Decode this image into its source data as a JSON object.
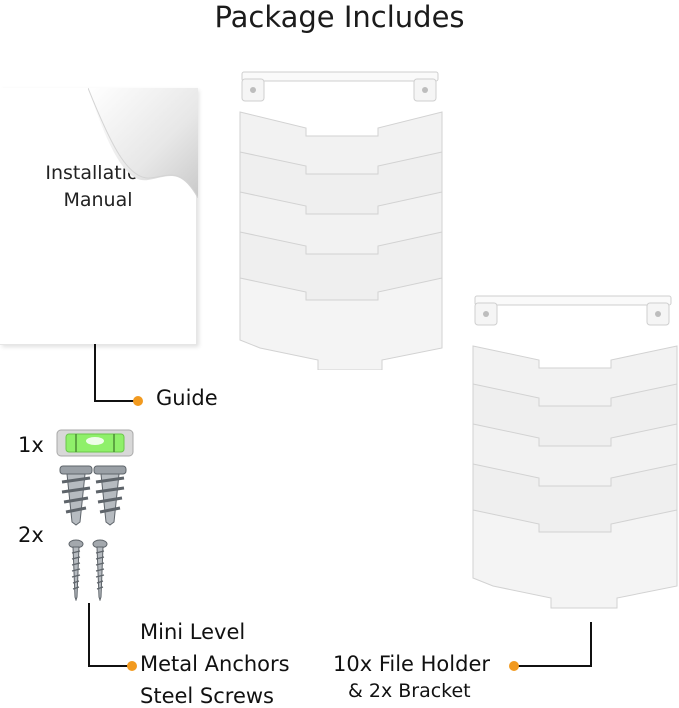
{
  "title": "Package Includes",
  "manual": {
    "line1": "Installation",
    "line2": "Manual"
  },
  "callouts": {
    "guide": "Guide",
    "mini_level": "Mini Level",
    "metal_anchors": "Metal Anchors",
    "steel_screws": "Steel Screws",
    "file_holder": "10x File Holder",
    "bracket": "& 2x Bracket"
  },
  "quantities": {
    "level": "1x",
    "hardware": "2x"
  },
  "colors": {
    "accent_dot": "#f29a1f",
    "level_vial": "#8ff06a",
    "product": "#f2f2f2"
  },
  "icons": [
    "level-icon",
    "anchor-icon",
    "screw-icon",
    "bracket-icon",
    "file-holder-icon"
  ]
}
